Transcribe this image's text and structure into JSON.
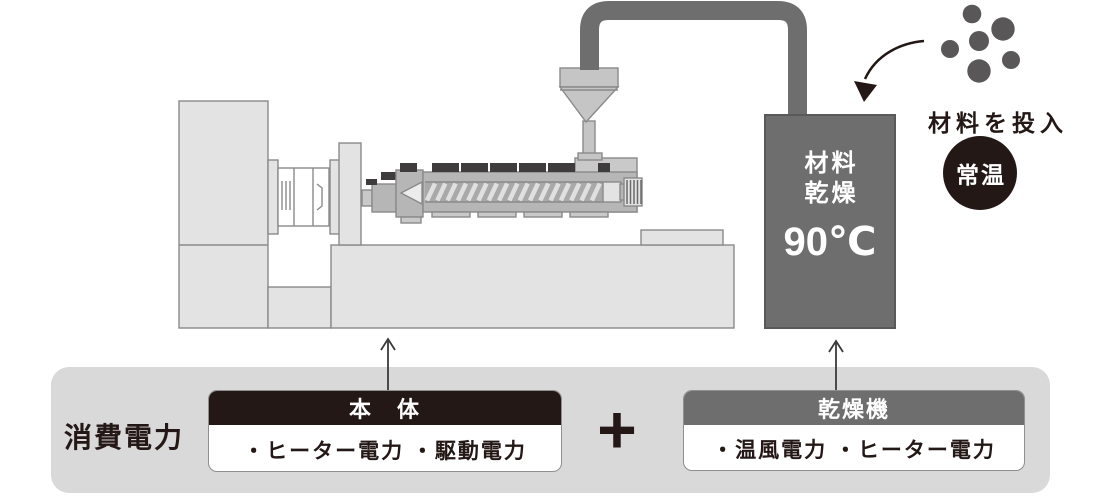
{
  "palette": {
    "ink": "#231815",
    "gray": "#6e6e6e",
    "pellet": "#595757",
    "panel": "#d9d9da"
  },
  "dryer": {
    "line1": "材料",
    "line2": "乾燥",
    "temperature": "90℃"
  },
  "material_input": {
    "label": "材料を投入",
    "badge": "常温"
  },
  "power_panel": {
    "title": "消費電力",
    "plus": "+",
    "main_unit": {
      "header": "本　体",
      "items": "・ヒーター電力 ・駆動電力"
    },
    "dryer_unit": {
      "header": "乾燥機",
      "items": "・温風電力 ・ヒーター電力"
    }
  }
}
